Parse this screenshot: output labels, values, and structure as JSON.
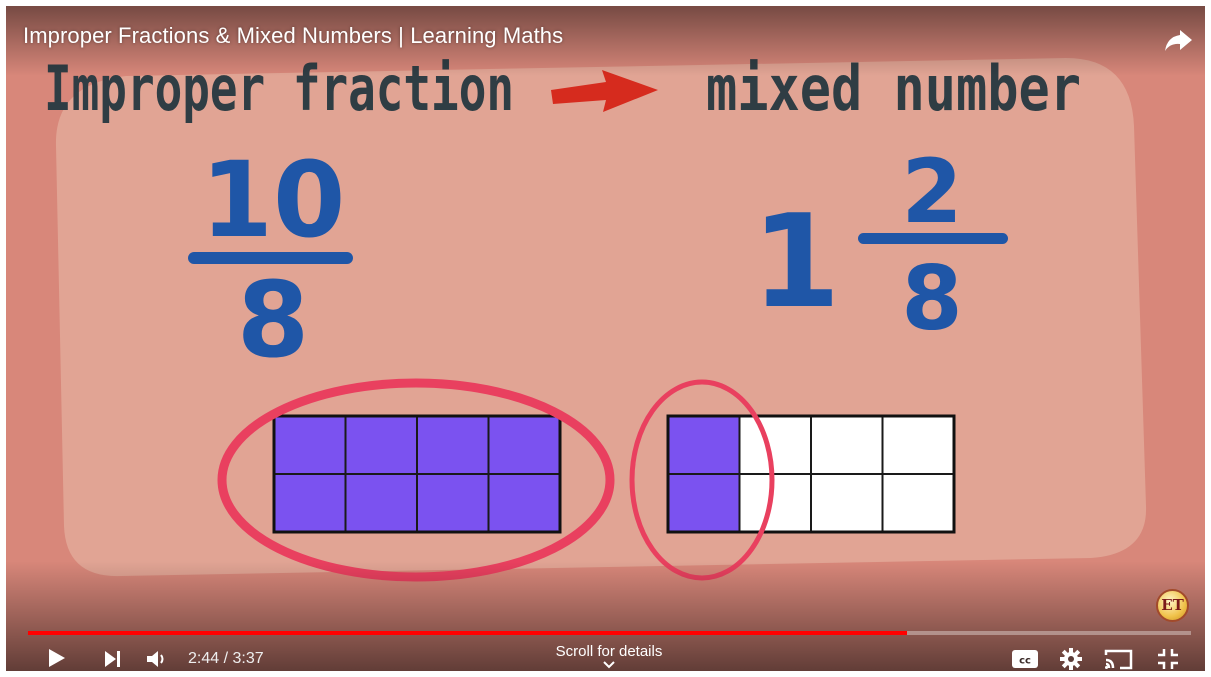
{
  "player": {
    "title": "Improper Fractions & Mixed Numbers | Learning Maths",
    "time_display": "2:44 / 3:37",
    "progress_fraction": 0.756,
    "scroll_hint": "Scroll for details",
    "channel_logo_text": "ET"
  },
  "video_frame": {
    "heading_left": "Improper fraction",
    "heading_right": "mixed number",
    "improper": {
      "numerator": "10",
      "denominator": "8"
    },
    "mixed": {
      "whole": "1",
      "numerator": "2",
      "denominator": "8"
    },
    "grid_left": {
      "rows": 2,
      "cols": 4,
      "shaded": 8
    },
    "grid_right": {
      "rows": 2,
      "cols": 4,
      "shaded": 2
    }
  },
  "colors": {
    "background": "#d8877a",
    "panel": "#e1a494",
    "heading_text": "#2f3d44",
    "fraction_blue": "#1f56a7",
    "arrow_red": "#d62b1e",
    "grid_purple": "#7b52f0",
    "circle_pink": "#e9405f",
    "progress_red": "#ff0000"
  },
  "icons": {
    "share": "share-arrow-icon",
    "play": "play-icon",
    "next": "next-icon",
    "volume": "volume-icon",
    "captions": "captions-icon",
    "settings": "gear-icon",
    "cast": "cast-icon",
    "exit_fullscreen": "exit-fullscreen-icon",
    "scroll_chevron": "chevron-down-icon"
  }
}
